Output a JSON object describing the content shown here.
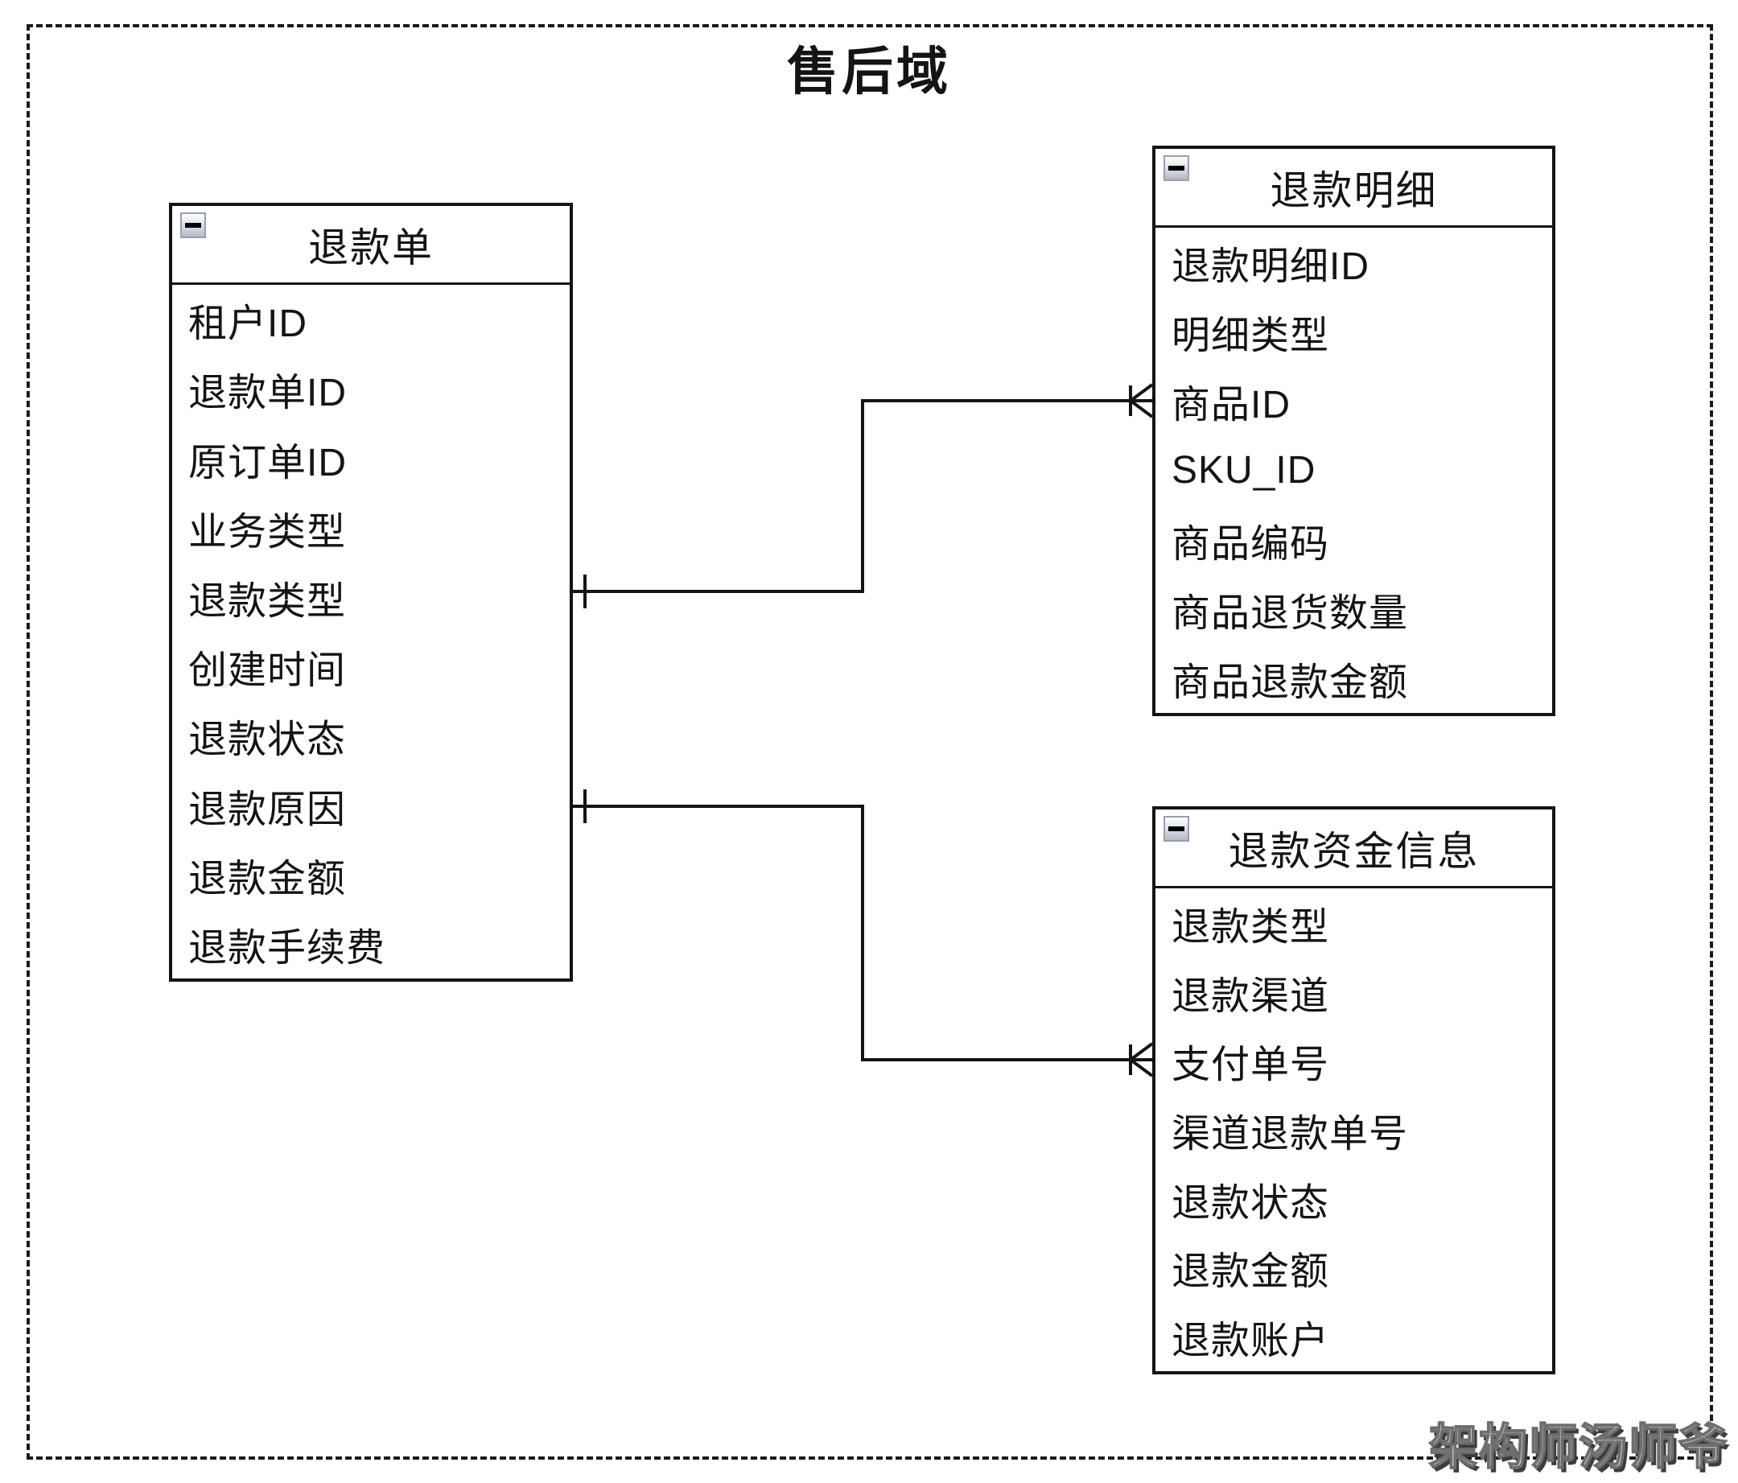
{
  "diagram": {
    "title": "售后域",
    "watermark": "架构师汤师爷"
  },
  "colors": {
    "line": "#141414",
    "background": "#ffffff",
    "text": "#141414",
    "collapse_button_border": "#97a0ae"
  },
  "entities": [
    {
      "id": "refund-order",
      "title": "退款单",
      "collapse_icon": "minus",
      "fields": [
        "租户ID",
        "退款单ID",
        "原订单ID",
        "业务类型",
        "退款类型",
        "创建时间",
        "退款状态",
        "退款原因",
        "退款金额",
        "退款手续费"
      ]
    },
    {
      "id": "refund-detail",
      "title": "退款明细",
      "collapse_icon": "minus",
      "fields": [
        "退款明细ID",
        "明细类型",
        "商品ID",
        "SKU_ID",
        "商品编码",
        "商品退货数量",
        "商品退款金额"
      ]
    },
    {
      "id": "refund-fund-info",
      "title": "退款资金信息",
      "collapse_icon": "minus",
      "fields": [
        "退款类型",
        "退款渠道",
        "支付单号",
        "渠道退款单号",
        "退款状态",
        "退款金额",
        "退款账户"
      ]
    }
  ],
  "relations": [
    {
      "from": "退款单",
      "to": "退款明细",
      "from_cardinality": "one",
      "to_cardinality": "many",
      "to_anchor_field": "商品ID"
    },
    {
      "from": "退款单",
      "to": "退款资金信息",
      "from_cardinality": "one",
      "to_cardinality": "many",
      "to_anchor_field": "支付单号"
    }
  ]
}
